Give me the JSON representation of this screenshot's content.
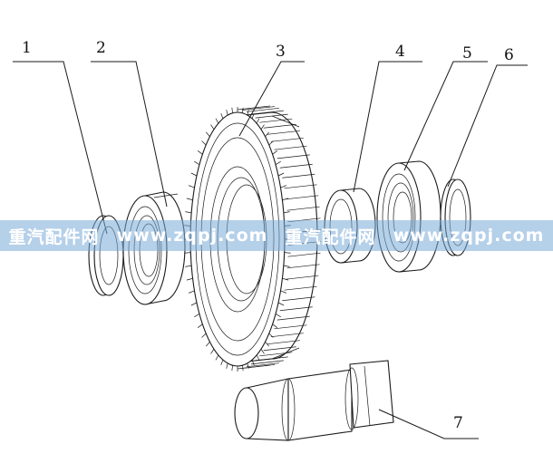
{
  "labels": [
    "1",
    "2",
    "3",
    "4",
    "5",
    "6",
    "7"
  ],
  "watermark": {
    "brand": "重汽配件网",
    "url": "www.zqpj.com",
    "brand2": "重汽配件网",
    "url2": "www.zqpj.com"
  },
  "colors": {
    "banner": "#78aad7",
    "ink": "#1a1a1a"
  }
}
